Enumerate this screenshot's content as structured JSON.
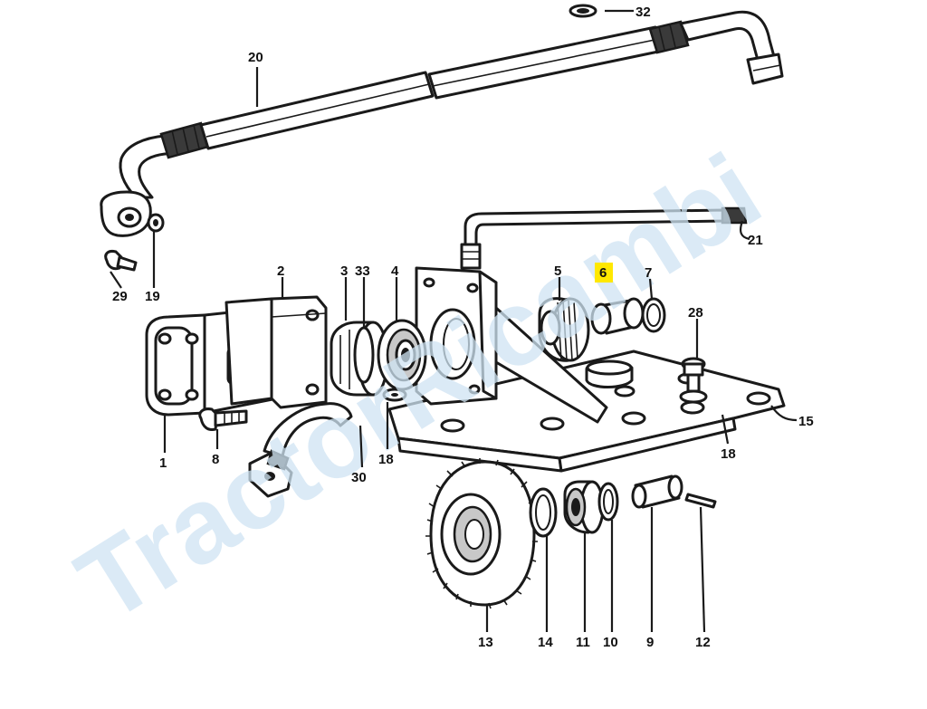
{
  "watermark": "TractorRicambi",
  "highlight_color": "#ffe800",
  "callouts": {
    "p1": "1",
    "p2": "2",
    "p3": "3",
    "p4": "4",
    "p5": "5",
    "p6": "6",
    "p7": "7",
    "p8": "8",
    "p9": "9",
    "p10": "10",
    "p11": "11",
    "p12": "12",
    "p13": "13",
    "p14": "14",
    "p15": "15",
    "p18a": "18",
    "p18b": "18",
    "p19": "19",
    "p20": "20",
    "p21": "21",
    "p28": "28",
    "p29": "29",
    "p30": "30",
    "p32": "32",
    "p33": "33"
  },
  "highlighted_part": "6"
}
